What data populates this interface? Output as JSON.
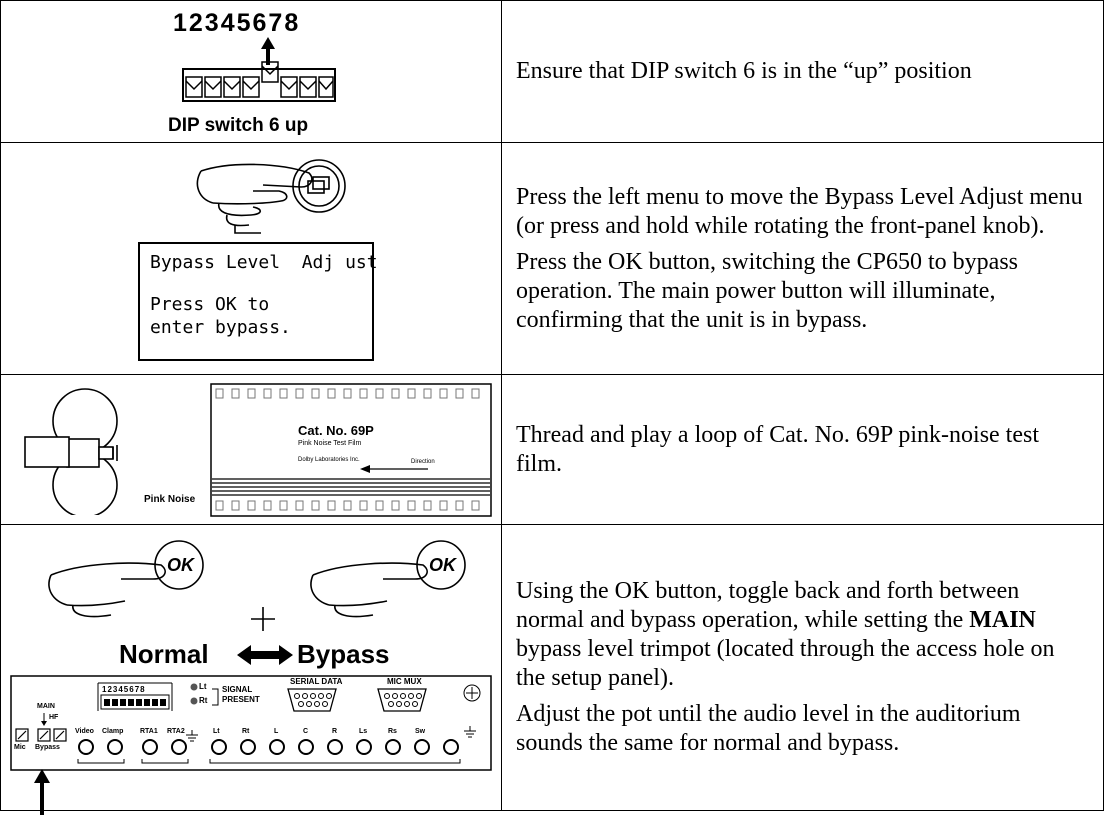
{
  "steps": [
    {
      "figure": {
        "dip_numbers": "12345678",
        "caption": "DIP switch 6 up"
      },
      "text": [
        "Ensure that DIP switch 6 is in the “up” position"
      ]
    },
    {
      "figure": {
        "lcd_line1": "Bypass Level  Adj ust",
        "lcd_line2": "Press OK to",
        "lcd_line3": "enter bypass."
      },
      "text": [
        "Press the left menu to move the Bypass Level Adjust menu (or press and hold while rotating the front-panel knob).",
        "Press the OK button, switching the CP650 to bypass operation. The main power button will illuminate, confirming that the unit is in bypass."
      ]
    },
    {
      "figure": {
        "film_title": "Cat. No. 69P",
        "film_subtitle": "Pink Noise Test Film",
        "film_company": "Dolby Laboratories Inc.",
        "film_direction": "Direction",
        "label": "Pink Noise"
      },
      "text": [
        "Thread and play a loop of Cat. No. 69P pink-noise test film."
      ]
    },
    {
      "figure": {
        "ok_label": "OK",
        "normal": "Normal",
        "bypass": "Bypass",
        "panel": {
          "dip_numbers": "12345678",
          "lt": "Lt",
          "rt": "Rt",
          "signal": "SIGNAL",
          "present": "PRESENT",
          "serial_data": "SERIAL DATA",
          "mic_mux": "MIC MUX",
          "main": "MAIN",
          "hf": "HF",
          "mic": "Mic",
          "bypass_label": "Bypass",
          "jacks": [
            "Video",
            "Clamp",
            "RTA1",
            "RTA2",
            "Lt",
            "Rt",
            "L",
            "C",
            "R",
            "Ls",
            "Rs",
            "Sw"
          ]
        }
      },
      "text_parts": {
        "a": "Using the OK button, toggle back and forth between normal and bypass operation, while setting the ",
        "b": "MAIN",
        "c": " bypass level trimpot (located through the access hole on the setup panel)."
      },
      "text": [
        "Adjust the pot until the audio level in the auditorium sounds the same for normal and bypass."
      ]
    }
  ]
}
